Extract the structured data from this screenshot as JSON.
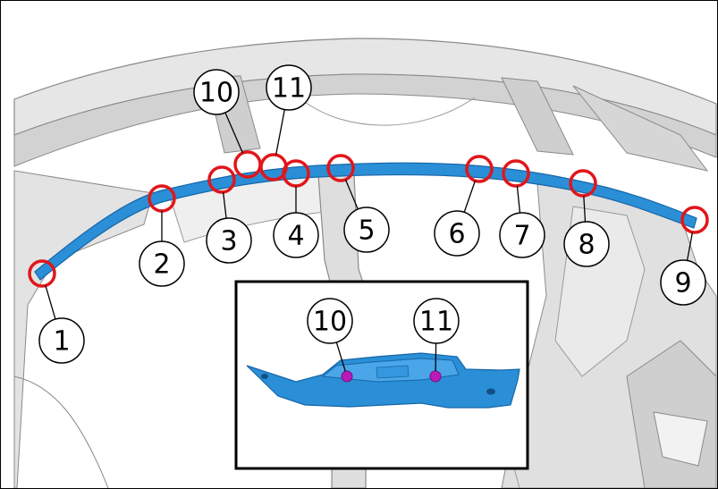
{
  "diagram": {
    "colors": {
      "part": "#2a8fd6",
      "part_edge": "#1766a8",
      "marker": "#e0161b",
      "fastener": "#b81bb8",
      "body_fill": "#dcdcdc",
      "body_line": "#8a8a8a",
      "background": "#ffffff"
    },
    "callouts": [
      {
        "id": "c1",
        "label": "1"
      },
      {
        "id": "c2",
        "label": "2"
      },
      {
        "id": "c3",
        "label": "3"
      },
      {
        "id": "c4",
        "label": "4"
      },
      {
        "id": "c5",
        "label": "5"
      },
      {
        "id": "c6",
        "label": "6"
      },
      {
        "id": "c7",
        "label": "7"
      },
      {
        "id": "c8",
        "label": "8"
      },
      {
        "id": "c9",
        "label": "9"
      },
      {
        "id": "c10",
        "label": "10"
      },
      {
        "id": "c11",
        "label": "11"
      }
    ],
    "inset": {
      "callouts": [
        {
          "id": "i10",
          "label": "10"
        },
        {
          "id": "i11",
          "label": "11"
        }
      ]
    }
  }
}
